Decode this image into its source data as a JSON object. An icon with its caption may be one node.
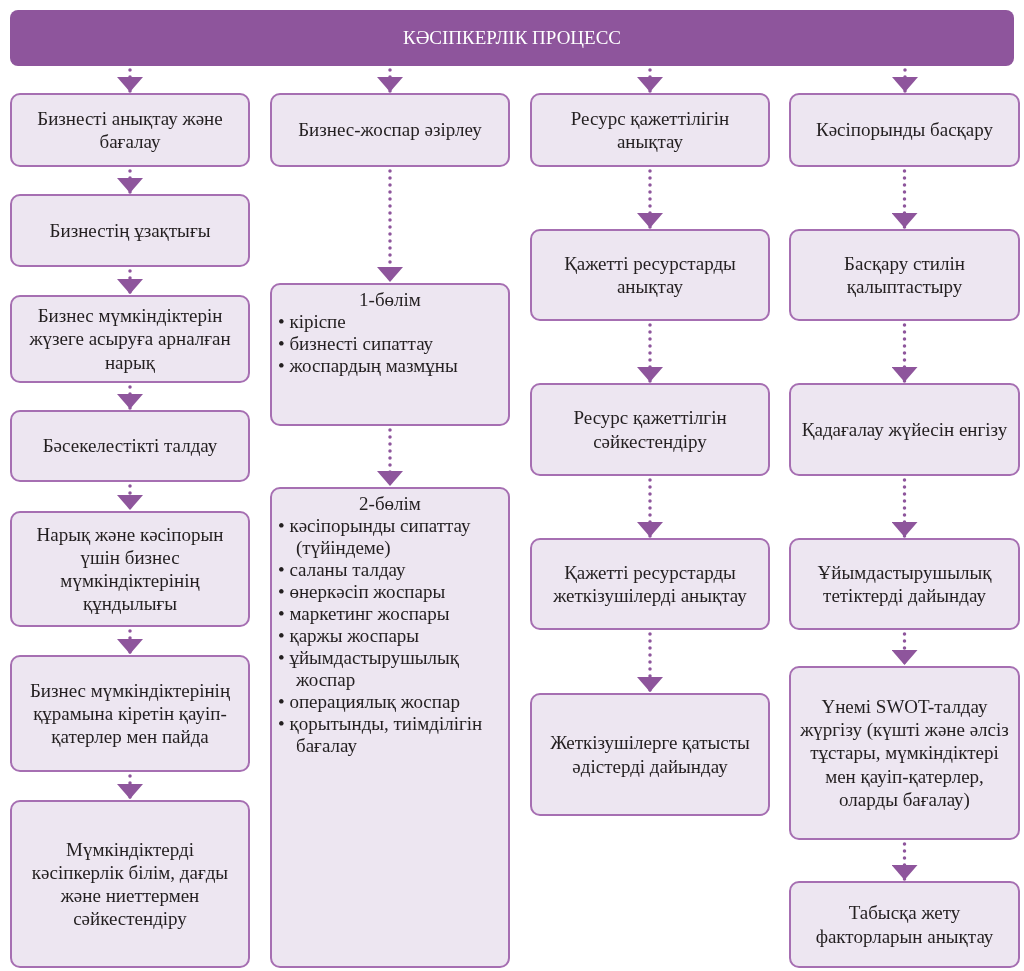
{
  "diagram": {
    "nodes": [
      {
        "text": [
          "КӘСІПКЕРЛІК ПРОЦЕСС"
        ]
      },
      {
        "text": [
          "Бизнесті анықтау және бағалау"
        ]
      },
      {
        "text": [
          "Бизнестің ұзақтығы"
        ]
      },
      {
        "text": [
          "Бизнес мүмкіндіктерін жүзеге асыруға арналған нарық"
        ]
      },
      {
        "text": [
          "Бәсекелестікті талдау"
        ]
      },
      {
        "text": [
          "Нарық және кәсіпорын үшін бизнес мүмкіндіктерінің құндылығы"
        ]
      },
      {
        "text": [
          "Бизнес мүмкіндіктерінің құрамына кіретін қауіп-қатерлер мен пайда"
        ]
      },
      {
        "text": [
          "Мүмкіндіктерді кәсіпкерлік білім, дағды және ниеттермен сәйкестендіру"
        ]
      },
      {
        "text": [
          "Бизнес-жоспар әзірлеу"
        ]
      },
      {
        "text": [
          "1-бөлім",
          "• кіріспе",
          "• бизнесті сипаттау",
          "• жоспардың мазмұны"
        ]
      },
      {
        "text": [
          "2-бөлім",
          "• кәсіпорынды сипаттау (түйіндеме)",
          "• саланы талдау",
          "• өнеркәсіп жоспары",
          "• маркетинг жоспары",
          "• қаржы жоспары",
          "• ұйымдастырушылық жоспар",
          "• операциялық жоспар",
          "• қорытынды, тиімділігін бағалау"
        ]
      },
      {
        "text": [
          "Ресурс қажеттілігін анықтау"
        ]
      },
      {
        "text": [
          "Қажетті ресурстарды анықтау"
        ]
      },
      {
        "text": [
          "Ресурс қажеттілгін сәйкестендіру"
        ]
      },
      {
        "text": [
          "Қажетті ресурстарды жеткізушілерді анықтау"
        ]
      },
      {
        "text": [
          "Жеткізушілерге қатысты әдістерді дайындау"
        ]
      },
      {
        "text": [
          "Кәсіпорынды басқару"
        ]
      },
      {
        "text": [
          "Басқару стилін қалыптастыру"
        ]
      },
      {
        "text": [
          "Қадағалау жүйесін енгізу"
        ]
      },
      {
        "text": [
          "Ұйымдастырушылық тетіктерді дайындау"
        ]
      },
      {
        "text": [
          "Үнемі SWOT-талдау жүргізу (күшті және әлсіз тұстары, мүмкіндіктері мен қауіп-қатерлер, оларды бағалау)"
        ]
      },
      {
        "text": [
          "Табысқа жету факторларын анықтау"
        ]
      }
    ],
    "edges": [
      {
        "from": 0,
        "to": 1,
        "arrow": "to"
      },
      {
        "from": 0,
        "to": 8,
        "arrow": "to"
      },
      {
        "from": 0,
        "to": 11,
        "arrow": "to"
      },
      {
        "from": 0,
        "to": 16,
        "arrow": "to"
      },
      {
        "from": 1,
        "to": 2,
        "arrow": "to"
      },
      {
        "from": 2,
        "to": 3,
        "arrow": "to"
      },
      {
        "from": 3,
        "to": 4,
        "arrow": "to"
      },
      {
        "from": 4,
        "to": 5,
        "arrow": "to"
      },
      {
        "from": 5,
        "to": 6,
        "arrow": "to"
      },
      {
        "from": 6,
        "to": 7,
        "arrow": "to"
      },
      {
        "from": 8,
        "to": 9,
        "arrow": "to"
      },
      {
        "from": 9,
        "to": 10,
        "arrow": "to"
      },
      {
        "from": 11,
        "to": 12,
        "arrow": "to"
      },
      {
        "from": 12,
        "to": 13,
        "arrow": "to"
      },
      {
        "from": 13,
        "to": 14,
        "arrow": "to"
      },
      {
        "from": 14,
        "to": 15,
        "arrow": "to"
      },
      {
        "from": 16,
        "to": 17,
        "arrow": "to"
      },
      {
        "from": 17,
        "to": 18,
        "arrow": "to"
      },
      {
        "from": 18,
        "to": 19,
        "arrow": "to"
      },
      {
        "from": 19,
        "to": 20,
        "arrow": "to"
      },
      {
        "from": 20,
        "to": 21,
        "arrow": "to"
      }
    ]
  }
}
